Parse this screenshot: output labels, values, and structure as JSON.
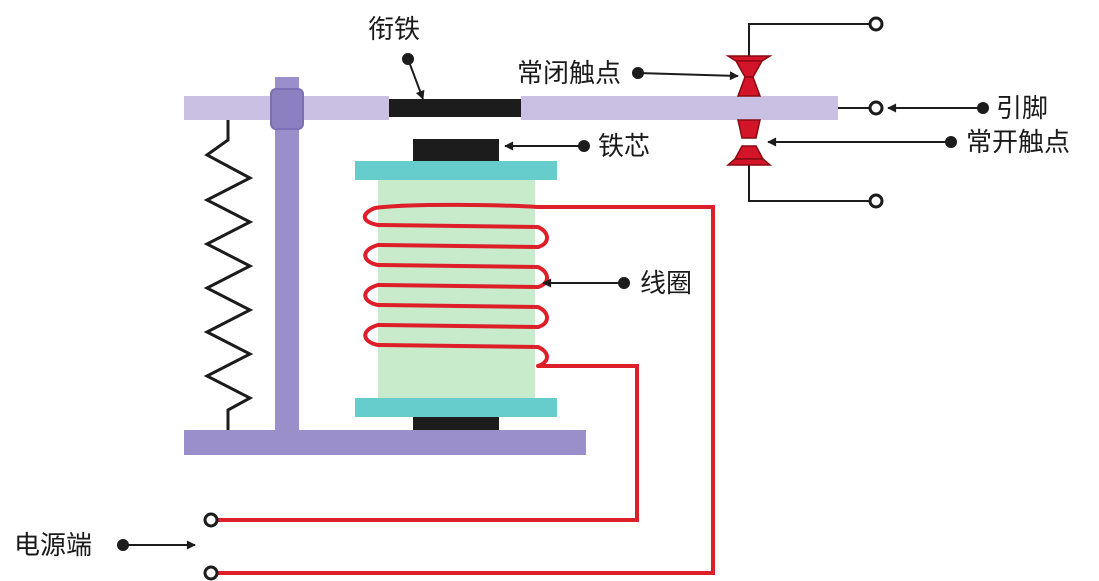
{
  "labels": {
    "armature": "衔铁",
    "normally_closed": "常闭触点",
    "pin": "引脚",
    "normally_open": "常开触点",
    "iron_core": "铁芯",
    "coil": "线圈",
    "power_terminal": "电源端"
  },
  "colors": {
    "frame": "#9b8fcb",
    "armature_bar": "#c9c0e4",
    "core": "#1c1c1c",
    "flange": "#66cccc",
    "bobbin": "#c8ebcc",
    "coil_wire": "#dd1f2a",
    "contact": "#d41428",
    "spring": "#1c1c1c",
    "leader": "#1c1c1c"
  }
}
